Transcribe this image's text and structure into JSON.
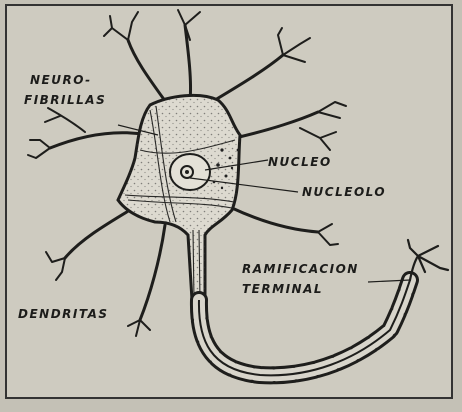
{
  "diagram": {
    "labels": {
      "neurofibrillas_line1": "NEURO-",
      "neurofibrillas_line2": "FIBRILLAS",
      "nucleo": "NUCLEO",
      "nucleolo": "NUCLEOLO",
      "ramificacion_line1": "RAMIFICACION",
      "ramificacion_line2": "TERMINAL",
      "dendritas": "DENDRITAS"
    }
  }
}
